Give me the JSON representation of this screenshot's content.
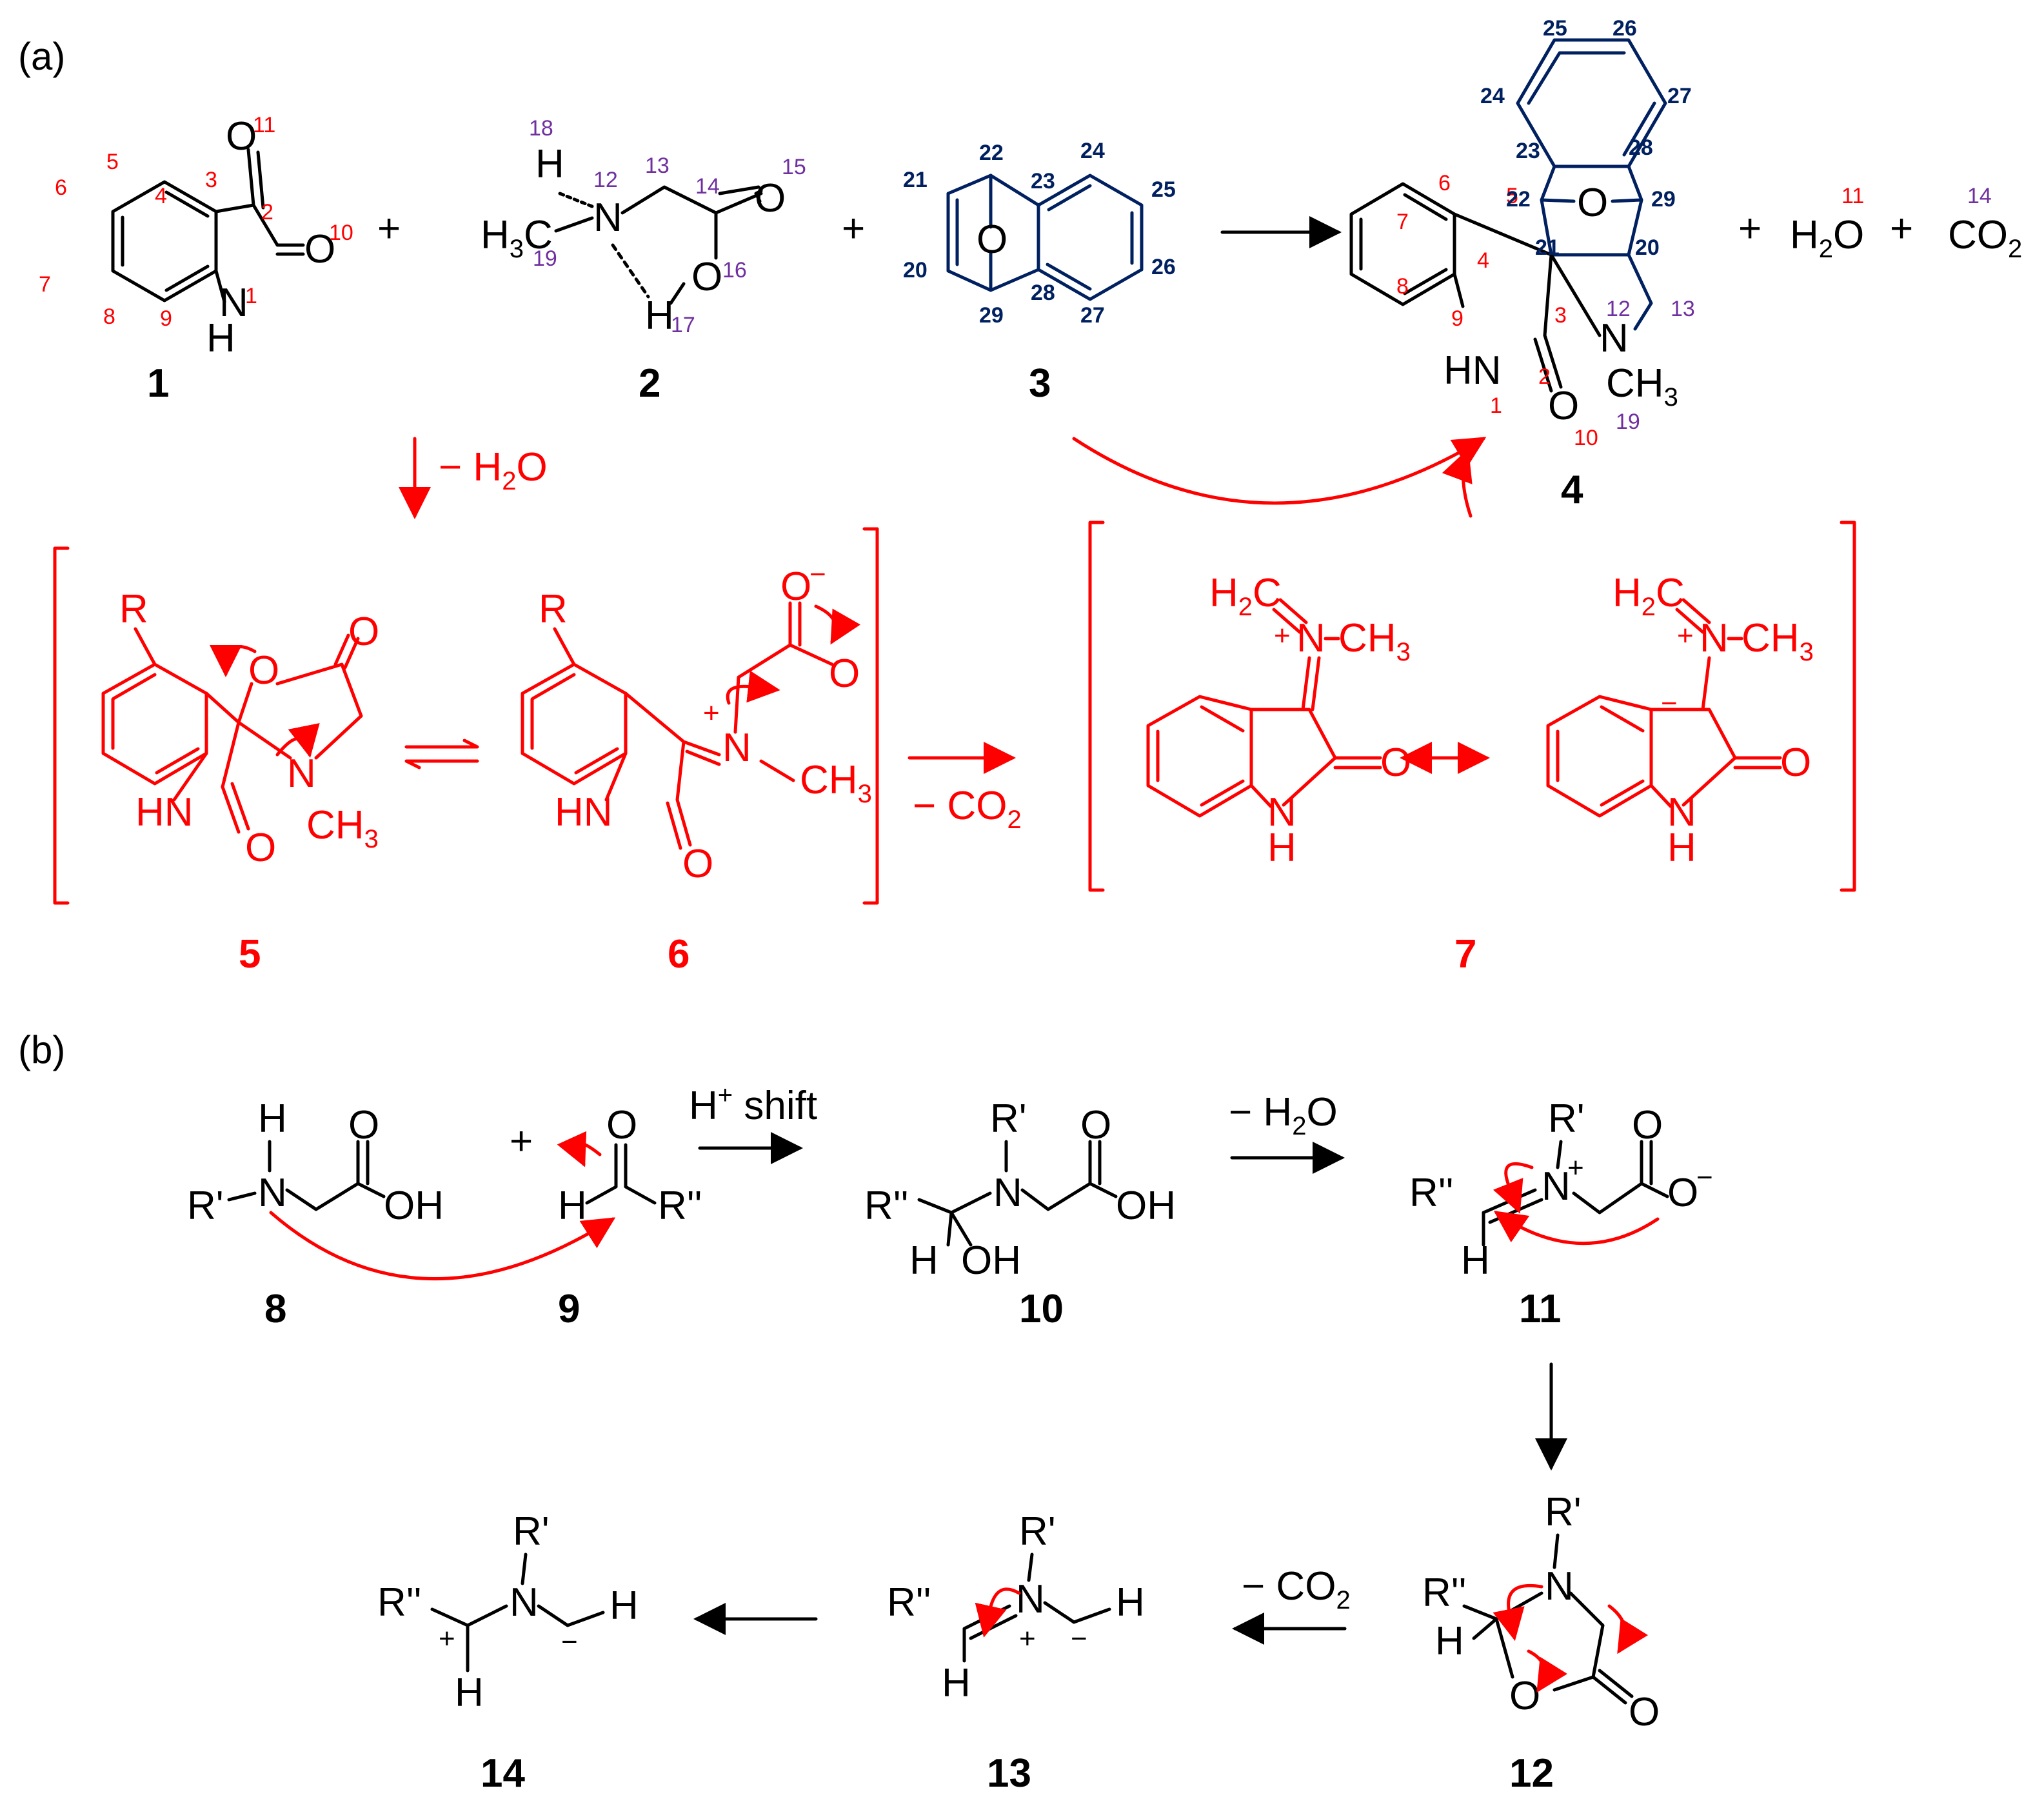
{
  "panels": {
    "a": "(a)",
    "b": "(b)"
  },
  "colors": {
    "ink": "#000000",
    "mechanism": "#ff0000",
    "numbering_red": "#ff0000",
    "numbering_purple": "#7030a0",
    "numbering_navy": "#002060"
  },
  "plus": "+",
  "reagents": {
    "minus_water": "− H",
    "water_sub": "2",
    "water_o": "O",
    "minus_co2": "− CO",
    "co2_sub": "2",
    "h_shift": "H",
    "h_shift_sup": "+",
    "h_shift_text": " shift"
  },
  "compounds": {
    "c1": "1",
    "c2": "2",
    "c3": "3",
    "c4": "4",
    "c5": "5",
    "c6": "6",
    "c7": "7",
    "c8": "8",
    "c9": "9",
    "c10": "10",
    "c11": "11",
    "c12": "12",
    "c13": "13",
    "c14": "14"
  },
  "atoms": {
    "O": "O",
    "N": "N",
    "H": "H",
    "NH": "NH",
    "HN": "HN",
    "CH": "CH",
    "CH3": "CH",
    "H3C": "H",
    "sub3": "3",
    "H2C": "H",
    "sub2": "2",
    "C": "C",
    "R": "R",
    "Rp": "R'",
    "Rpp": "R''",
    "OH": "OH",
    "plus": "+",
    "minus": "−",
    "Ominus": "O",
    "H2O": "H",
    "CO2": "CO"
  },
  "byproducts": {
    "water_num": "11",
    "co2_num": "14"
  },
  "numbering": {
    "m1": [
      "1",
      "2",
      "3",
      "4",
      "5",
      "6",
      "7",
      "8",
      "9",
      "10",
      "11"
    ],
    "m2": [
      "12",
      "13",
      "14",
      "15",
      "16",
      "17",
      "18",
      "19"
    ],
    "m3": [
      "20",
      "21",
      "22",
      "23",
      "24",
      "25",
      "26",
      "27",
      "28",
      "29"
    ],
    "m4": [
      "1",
      "2",
      "3",
      "4",
      "5",
      "6",
      "7",
      "8",
      "9",
      "10",
      "12",
      "13",
      "19",
      "20",
      "21",
      "22",
      "23",
      "24",
      "25",
      "26",
      "27",
      "28",
      "29"
    ]
  }
}
